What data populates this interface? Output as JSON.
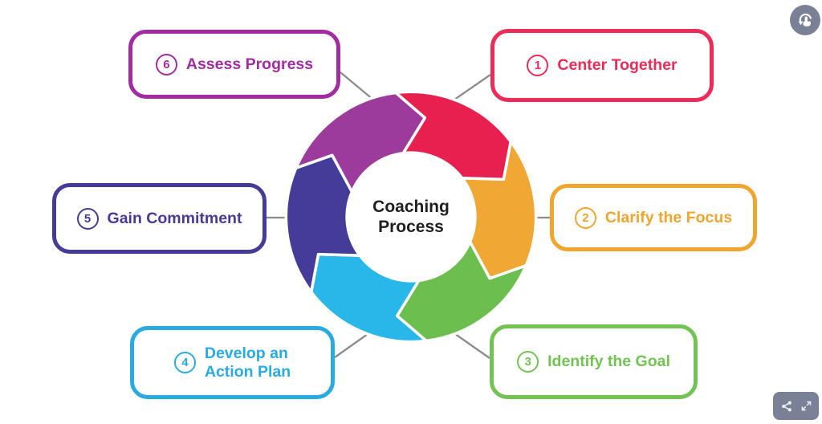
{
  "viewer": {
    "control_color": "#7A8197",
    "icon_color": "#EDEFF4",
    "connector_color": "#8C8C8C",
    "interact_button_icon": "tap-rotate-icon",
    "toolbar_icons": [
      "share-icon",
      "fullscreen-icon"
    ]
  },
  "diagram": {
    "center": {
      "line1": "Coaching",
      "line2": "Process",
      "text_color": "#1F1F1F"
    },
    "wheel_segment_colors": [
      "#E7204F",
      "#F1A733",
      "#6CBE4F",
      "#29B7E9",
      "#453C99",
      "#9C3B9C"
    ],
    "nodes": [
      {
        "number": "1",
        "label": "Center Together",
        "color": "#ED2B59"
      },
      {
        "number": "2",
        "label": "Clarify the Focus",
        "color": "#F0A52F"
      },
      {
        "number": "3",
        "label": "Identify the Goal",
        "color": "#72C353"
      },
      {
        "number": "4",
        "label": "Develop an\nAction Plan",
        "color": "#29ABE2"
      },
      {
        "number": "5",
        "label": "Gain Commitment",
        "color": "#453C99"
      },
      {
        "number": "6",
        "label": "Assess Progress",
        "color": "#A32BA2"
      }
    ]
  }
}
